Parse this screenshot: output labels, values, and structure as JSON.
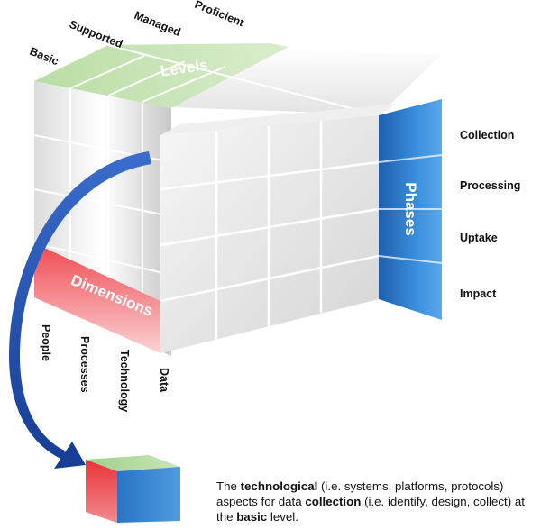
{
  "levels": {
    "title": "Levels",
    "items": [
      "Basic",
      "Supported",
      "Managed",
      "Proficient"
    ]
  },
  "phases": {
    "title": "Phases",
    "items": [
      "Collection",
      "Processing",
      "Uptake",
      "Impact"
    ]
  },
  "dimensions": {
    "title": "Dimensions",
    "items": [
      "People",
      "Processes",
      "Technology",
      "Data"
    ]
  },
  "caption": {
    "p1": "The ",
    "b1": "technological",
    "p2": " (i.e. systems, platforms, protocols) aspects for data ",
    "b2": "collection",
    "p3": " (i.e. identify, design, collect) at the ",
    "b3": "basic",
    "p4": " level."
  },
  "colors": {
    "levels": "#9fcf8a",
    "phases": "#2f7fc8",
    "dimensions": "#e8343a",
    "arrow": "#1f48a0"
  }
}
